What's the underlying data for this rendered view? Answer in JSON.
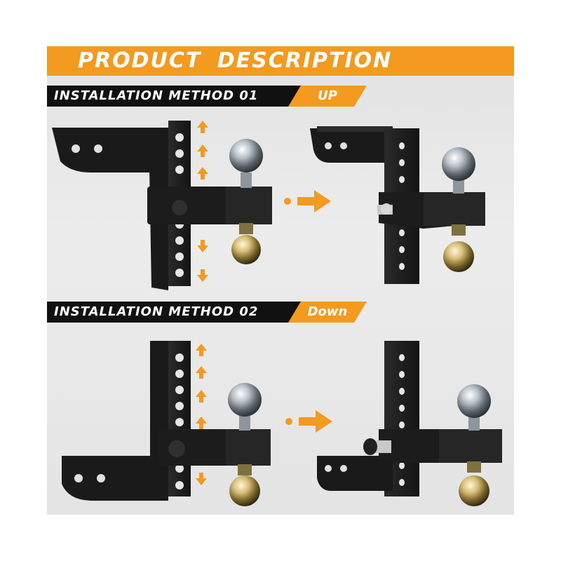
{
  "header": {
    "title": "PRODUCT  DESCRIPTION"
  },
  "methods": [
    {
      "label": "INSTALLATION METHOD  01",
      "direction": "UP"
    },
    {
      "label": "INSTALLATION METHOD  02",
      "direction": "Down"
    }
  ],
  "colors": {
    "accent": "#f39a1f",
    "band": "#111111",
    "metal": "#1d1d1d"
  },
  "icons": [
    "arrow-up-icon",
    "arrow-down-icon",
    "arrow-right-icon"
  ]
}
